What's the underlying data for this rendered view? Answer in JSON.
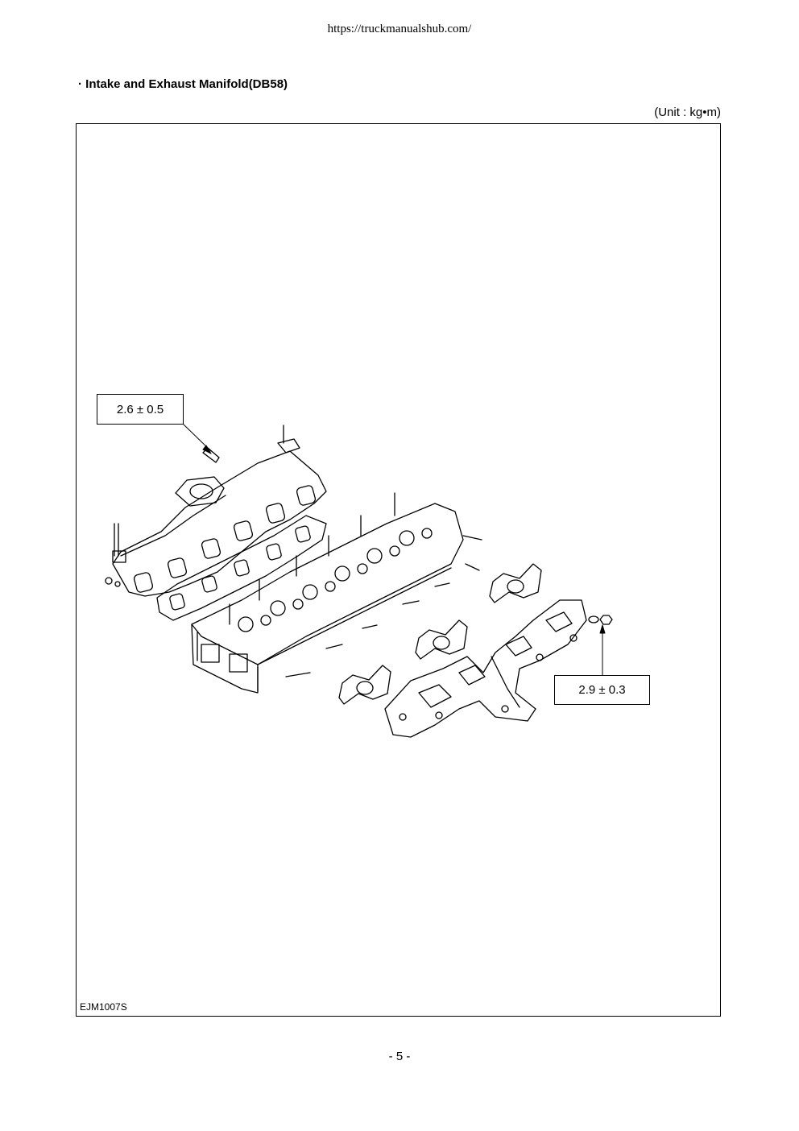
{
  "header": {
    "url": "https://truckmanualshub.com/"
  },
  "section": {
    "title": "· Intake and Exhaust Manifold(DB58)",
    "unit": "(Unit : kg•m)"
  },
  "figure": {
    "code": "EJM1007S",
    "torque_intake": "2.6 ± 0.5",
    "torque_exhaust": "2.9 ± 0.3"
  },
  "footer": {
    "page": "- 5 -"
  }
}
